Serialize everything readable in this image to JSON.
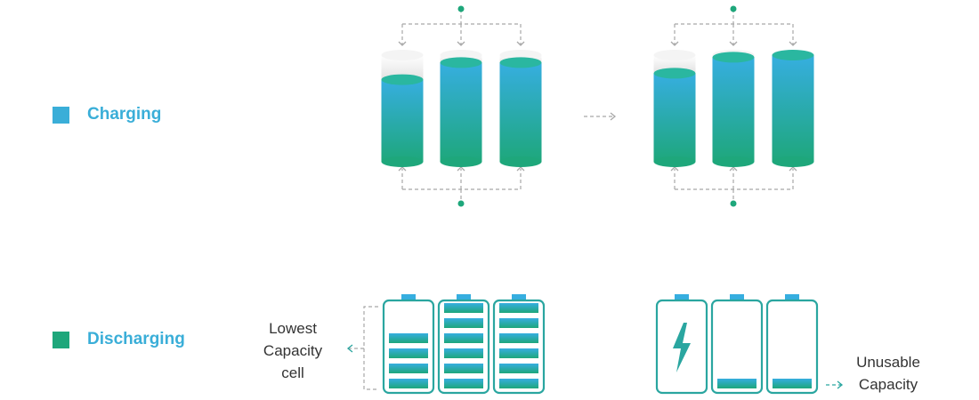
{
  "legend": {
    "charging": {
      "label": "Charging",
      "color": "#3aaed8"
    },
    "discharging": {
      "label": "Discharging",
      "color": "#1ea77b"
    }
  },
  "labels": {
    "lowest_capacity": [
      "Lowest",
      "Capacity",
      "cell"
    ],
    "unusable_capacity": [
      "Unusable",
      "Capacity"
    ]
  },
  "colors": {
    "blue": "#36aee0",
    "green": "#1ea77b",
    "teal": "#2aa6a0",
    "dash": "#a8a8a8",
    "cap": "#e6e6e6",
    "text": "#333333"
  },
  "charging": {
    "before_levels": [
      0.77,
      0.93,
      0.93
    ],
    "after_levels": [
      0.83,
      0.98,
      1.0
    ]
  },
  "discharging": {
    "before_bars": [
      4,
      6,
      6
    ],
    "after": [
      "bolt-icon",
      1,
      1
    ]
  }
}
